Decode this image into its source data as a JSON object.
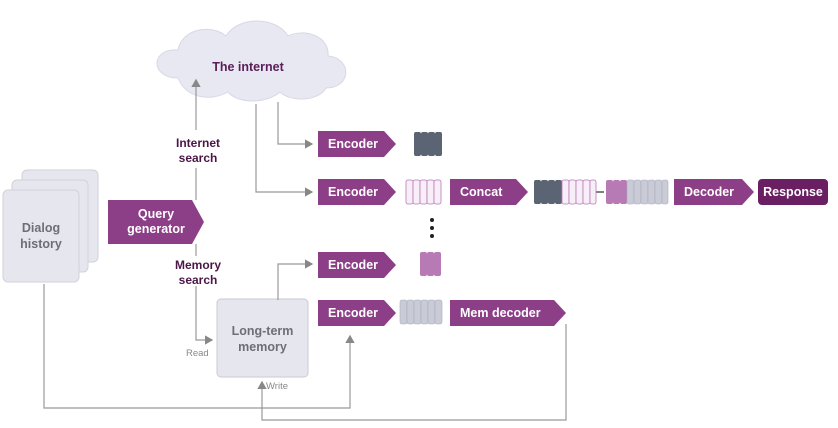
{
  "cloud": {
    "label": "The internet"
  },
  "dialog": {
    "label": "Dialog\nhistory"
  },
  "query_generator": {
    "label": "Query\ngenerator"
  },
  "internet_search": {
    "label": "Internet\nsearch"
  },
  "memory_search": {
    "label": "Memory\nsearch"
  },
  "long_term_memory": {
    "label": "Long-term\nmemory"
  },
  "read_label": "Read",
  "write_label": "Write",
  "encoders": [
    "Encoder",
    "Encoder",
    "Encoder",
    "Encoder"
  ],
  "concat": "Concat",
  "decoder": "Decoder",
  "response": "Response",
  "mem_decoder": "Mem decoder",
  "colors": {
    "purple": "#8c3f86",
    "dark_purple": "#6a1f63",
    "slate": "#5b6472",
    "light_purple": "#f3e6f4",
    "mid_purple": "#b77ab5",
    "grey": "#c9ccd6",
    "box": "#e6e7ee",
    "cloud": "#e8e8f2"
  }
}
